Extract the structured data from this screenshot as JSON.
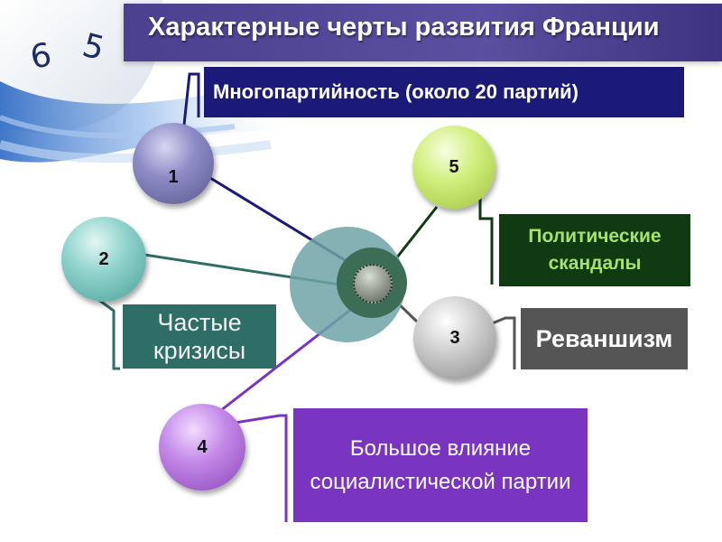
{
  "slide": {
    "title": "Характерные черты развития Франции"
  },
  "features": [
    {
      "number": "1",
      "text": "Многопартийность (около 20 партий)",
      "color": "#1b1a78"
    },
    {
      "number": "2",
      "text": "Частые кризисы",
      "color": "#2e6e66"
    },
    {
      "number": "3",
      "text": "Реваншизм",
      "color": "#555555"
    },
    {
      "number": "4",
      "text": "Большое влияние социалистической партии",
      "color": "#7a35c0"
    },
    {
      "number": "5",
      "text": "Политические скандалы",
      "color": "#0f3a12"
    }
  ],
  "background": {
    "clock_digits": [
      "6",
      "5"
    ]
  }
}
